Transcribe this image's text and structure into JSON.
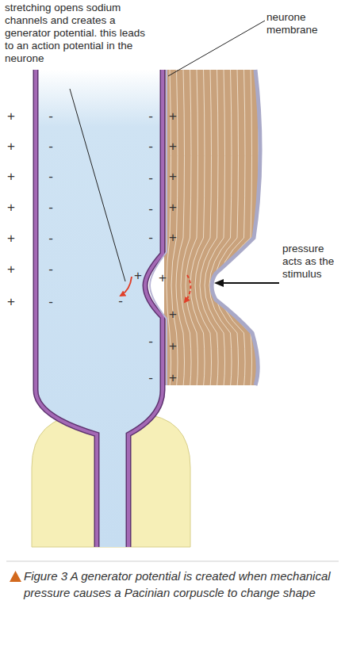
{
  "diagram": {
    "caption": "Figure 3 A generator potential is created when mechanical pressure causes a Pacinian corpuscle to change shape",
    "labels": [
      "stretching opens sodium channels and creates a generator potential. this leads to an action potential in the neurone",
      "neurone membrane",
      "pressure acts as the stimulus",
      "+",
      "+",
      "+",
      "+",
      "+",
      "+",
      "+",
      "-",
      "-",
      "-",
      "-",
      "-",
      "-",
      "-",
      "-",
      "-",
      "-",
      "-",
      "-",
      "+",
      "-",
      "-",
      "-",
      "+",
      "+",
      "+",
      "+",
      "+",
      "+",
      "+",
      "+",
      "+"
    ]
  }
}
